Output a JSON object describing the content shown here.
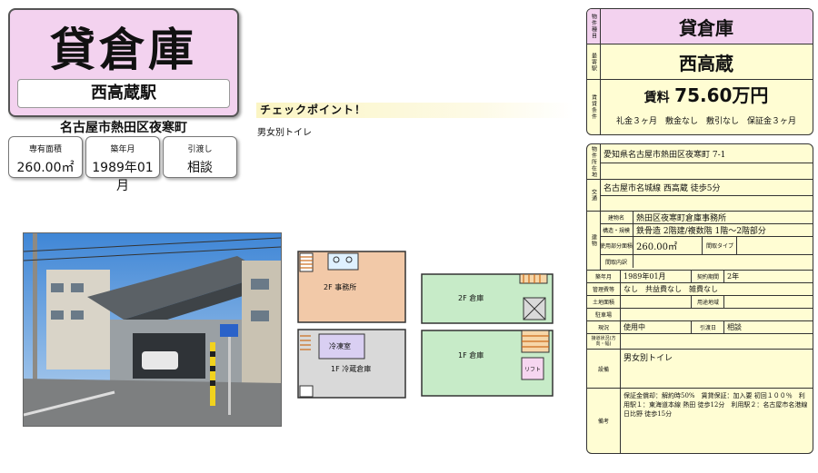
{
  "header": {
    "title": "貸倉庫",
    "station": "西高蔵駅",
    "address": "名古屋市熱田区夜寒町"
  },
  "info": [
    {
      "label": "専有面積",
      "value": "260.00㎡"
    },
    {
      "label": "築年月",
      "value": "1989年01月"
    },
    {
      "label": "引渡し",
      "value": "相談"
    }
  ],
  "checkpoint": {
    "title": "チェックポイント！",
    "text": "男女別トイレ"
  },
  "floorplan": {
    "f2_office": "2F 事務所",
    "f1_cold": "1F 冷蔵倉庫",
    "cold_room": "冷凍室",
    "f2_warehouse": "2F 倉庫",
    "f1_warehouse": "1F 倉庫",
    "lift": "リフト"
  },
  "right": {
    "type_label": "物件種目",
    "type": "貸倉庫",
    "station_label": "最寄駅",
    "station": "西高蔵",
    "cond_label": "賃貸条件",
    "rent_prefix": "賃料",
    "rent": "75.60万円",
    "terms": "礼金３ヶ月　敷金なし　敷引なし　保証金３ヶ月",
    "location_label": "物件所在地",
    "location": "愛知県名古屋市熱田区夜寒町 7-1",
    "transport_label": "交通",
    "transport": "名古屋市名城線 西高蔵 徒歩5分",
    "building_label": "建物",
    "bname_label": "建物名",
    "bname": "熱田区夜寒町倉庫事務所",
    "struct_label": "構造・規模",
    "struct": "鉄骨造 2階建/複数階 1階～2階部分",
    "area_label": "使用部分面積",
    "area": "260.00㎡",
    "layout_label": "間取タイプ",
    "layout_detail_label": "間取内訳",
    "built_label": "築年月",
    "built": "1989年01月",
    "contract_label": "契約期間",
    "contract": "2年",
    "mgmt_label": "管理費等",
    "mgmt": "なし　共益費なし　雑費なし",
    "land_label": "土地面積",
    "zoning_label": "用途地域",
    "parking_label": "駐車場",
    "status_label": "現況",
    "status": "使用中",
    "handover_label": "引渡日",
    "handover": "相談",
    "road_label": "接道状況(方向・幅)",
    "equip_label": "設備",
    "equip": "男女別トイレ",
    "notes_label": "備考",
    "notes": "保証金償却：解約時50%　賃貸保証：加入要 初回１００％　利用駅１：東海道本線 熱田 徒歩12分　利用駅２：名古屋市名港線 日比野 徒歩15分"
  }
}
